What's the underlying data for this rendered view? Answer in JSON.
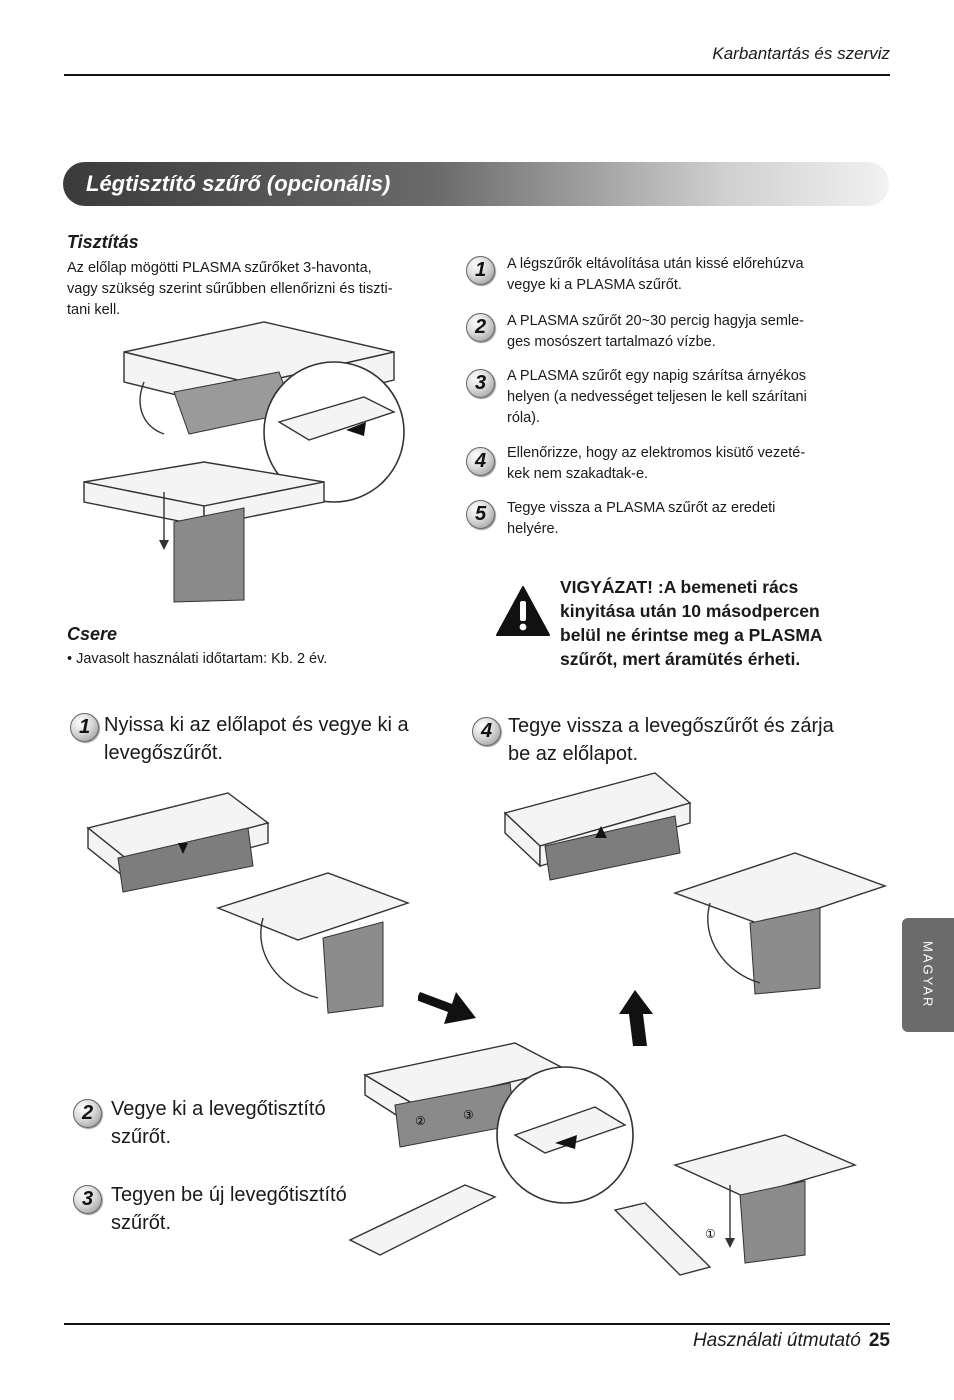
{
  "header": {
    "section_title": "Karbantartás és szerviz"
  },
  "banner": {
    "title": "Légtisztító szűrő (opcionális)"
  },
  "cleaning": {
    "title": "Tisztítás",
    "intro": "Az előlap mögötti PLASMA szűrőket 3-havonta,\nvagy szükség szerint sűrűbben ellenőrizni és tiszti-\ntani kell.",
    "steps": [
      {
        "num": "1",
        "text": "A légszűrők eltávolítása után kissé előrehúzva\nvegye ki a PLASMA szűrőt."
      },
      {
        "num": "2",
        "text": "A PLASMA szűrőt 20~30 percig hagyja semle-\nges mosószert tartalmazó vízbe."
      },
      {
        "num": "3",
        "text": "A PLASMA szűrőt egy napig szárítsa árnyékos\nhelyen (a nedvességet teljesen le kell szárítani\nróla)."
      },
      {
        "num": "4",
        "text": "Ellenőrizze, hogy az elektromos kisütő vezeté-\nkek nem szakadtak-e."
      },
      {
        "num": "5",
        "text": "Tegye vissza a PLASMA szűrőt az eredeti\nhelyére."
      }
    ]
  },
  "warning": {
    "text": "VIGYÁZAT! :A bemeneti rács\nkinyitása után 10 másodpercen\nbelül ne érintse meg a PLASMA\nszűrőt, mert áramütés érheti."
  },
  "replacement": {
    "title": "Csere",
    "note": "• Javasolt használati időtartam: Kb. 2 év.",
    "steps": [
      {
        "num": "1",
        "text": "Nyissa ki az előlapot és vegye ki a\nlevegőszűrőt."
      },
      {
        "num": "2",
        "text": "Vegye ki a levegőtisztító\nszűrőt."
      },
      {
        "num": "3",
        "text": "Tegyen be új levegőtisztító\nszűrőt."
      },
      {
        "num": "4",
        "text": "Tegye vissza a levegőszűrőt és zárja\nbe az előlapot."
      }
    ],
    "callouts": [
      "①",
      "②",
      "③"
    ]
  },
  "side_tab": {
    "label": "MAGYAR"
  },
  "footer": {
    "manual_title": "Használati útmutató",
    "page_number": "25"
  }
}
